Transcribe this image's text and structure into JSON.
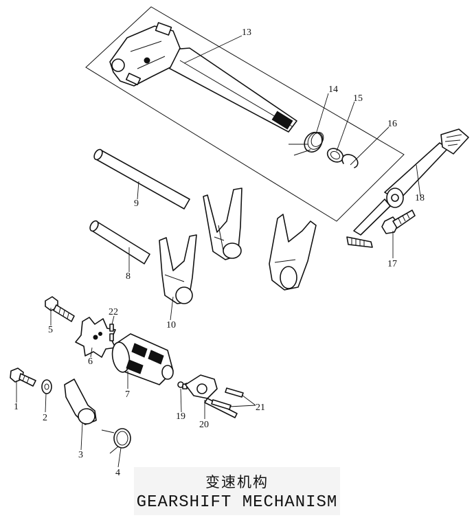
{
  "title": {
    "chinese": "变速机构",
    "english": "GEARSHIFT MECHANISM"
  },
  "callouts": [
    "1",
    "2",
    "3",
    "4",
    "5",
    "6",
    "7",
    "8",
    "9",
    "10",
    "13",
    "14",
    "15",
    "16",
    "17",
    "18",
    "19",
    "20",
    "21",
    "22"
  ],
  "colors": {
    "ink": "#111111",
    "paper": "#ffffff"
  }
}
